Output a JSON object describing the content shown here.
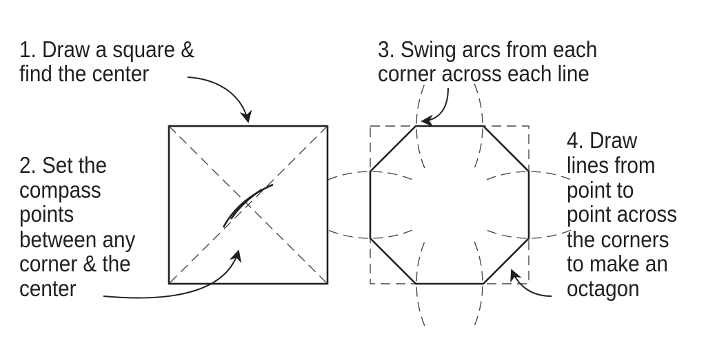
{
  "colors": {
    "shape_fill": "#e6dcc4",
    "ink": "#231f20",
    "background": "#ffffff"
  },
  "steps": {
    "step1": [
      "1. Draw a square &",
      "find the center"
    ],
    "step2": [
      "2. Set the",
      "compass",
      "points",
      "between any",
      "corner & the",
      "center"
    ],
    "step3": [
      "3. Swing arcs from each",
      "corner across each line"
    ],
    "step4": [
      "4. Draw",
      "lines from",
      "point to",
      "point across",
      "the corners",
      "to make an",
      "octagon"
    ]
  }
}
